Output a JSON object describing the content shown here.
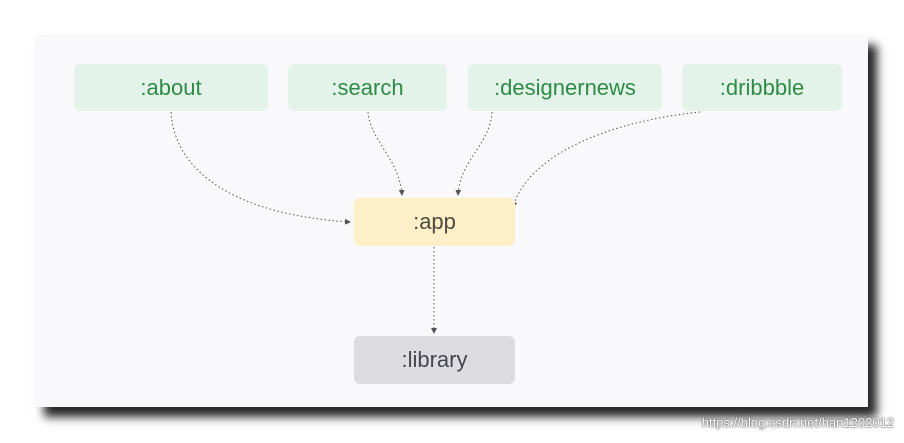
{
  "nodes": {
    "about": ":about",
    "search": ":search",
    "designernews": ":designernews",
    "dribbble": ":dribbble",
    "app": ":app",
    "library": ":library"
  },
  "colors": {
    "feature_bg": "#e4f3ea",
    "feature_text": "#2e8b45",
    "app_bg": "#fdf0c9",
    "library_bg": "#dcdce1",
    "edge": "#555555"
  },
  "edges": [
    {
      "from": ":about",
      "to": ":app"
    },
    {
      "from": ":search",
      "to": ":app"
    },
    {
      "from": ":designernews",
      "to": ":app"
    },
    {
      "from": ":dribbble",
      "to": ":app"
    },
    {
      "from": ":app",
      "to": ":library"
    }
  ],
  "watermark": "https://blog.csdn.net/han1202012"
}
